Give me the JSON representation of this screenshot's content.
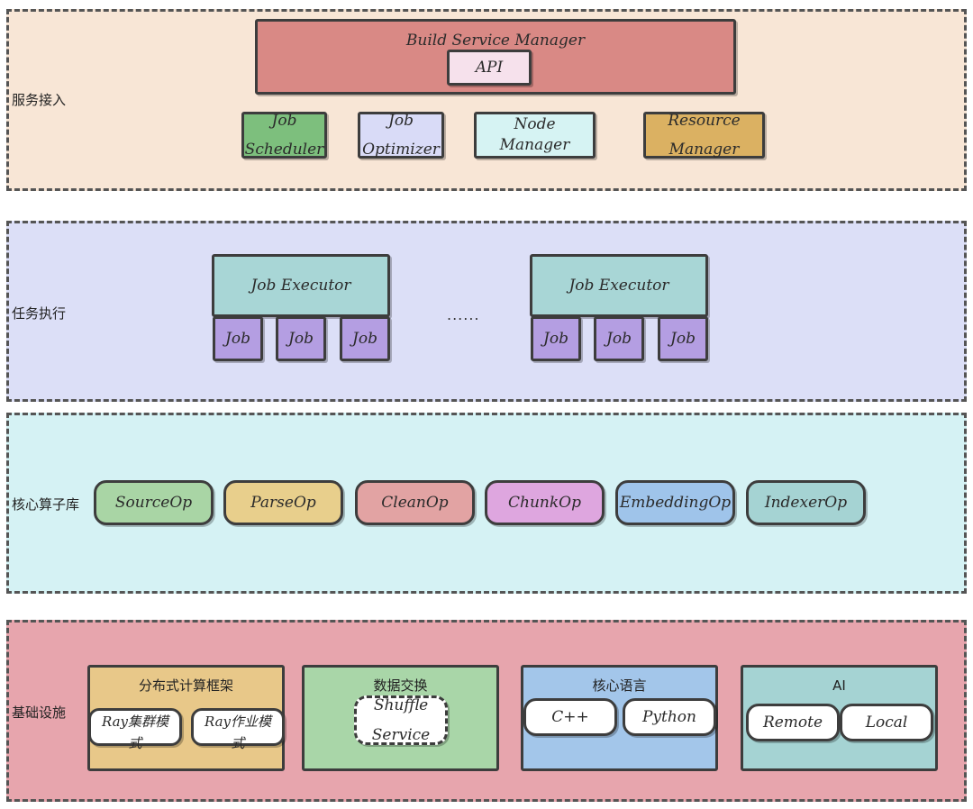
{
  "colors": {
    "layer_access": "#f8e6d6",
    "layer_exec": "#dcdff7",
    "layer_ops": "#d5f2f4",
    "layer_infra": "#e7a5ad",
    "manager": "#d98985",
    "api": "#f6e1ec",
    "job_scheduler": "#7dbf7d",
    "job_optimizer": "#d9dbf7",
    "node_manager": "#d6f3f3",
    "resource_manager": "#dbb162",
    "executor": "#a8d6d6",
    "job": "#b49ee2",
    "sourceop": "#a9d5a5",
    "parseop": "#e8cf8c",
    "cleanop": "#e2a3a3",
    "chunkop": "#dea6df",
    "embeddingop": "#9fc4ea",
    "indexerop": "#a5d3d3",
    "panel_framework": "#e8c889",
    "panel_exchange": "#a9d6a8",
    "panel_language": "#a3c6ea",
    "panel_ai": "#a5d3d3",
    "white": "#ffffff"
  },
  "access_layer": {
    "label": "服务接入",
    "manager_title": "Build Service Manager",
    "api": "API",
    "components": [
      {
        "line1": "Job",
        "line2": "Scheduler"
      },
      {
        "line1": "Job",
        "line2": "Optimizer"
      },
      {
        "line1": "Node Manager",
        "line2": ""
      },
      {
        "line1": "Resource",
        "line2": "Manager"
      }
    ]
  },
  "exec_layer": {
    "label": "任务执行",
    "executor_title": "Job Executor",
    "job": "Job",
    "ellipsis": "......"
  },
  "ops_layer": {
    "label": "核心算子库",
    "ops": [
      "SourceOp",
      "ParseOp",
      "CleanOp",
      "ChunkOp",
      "EmbeddingOp",
      "IndexerOp"
    ]
  },
  "infra_layer": {
    "label": "基础设施",
    "framework": {
      "title": "分布式计算框架",
      "items": [
        "Ray集群模式",
        "Ray作业模式"
      ]
    },
    "exchange": {
      "title": "数据交换",
      "item_line1": "Shuffle",
      "item_line2": "Service"
    },
    "language": {
      "title": "核心语言",
      "items": [
        "C++",
        "Python"
      ]
    },
    "ai": {
      "title": "AI",
      "items": [
        "Remote",
        "Local"
      ]
    }
  }
}
